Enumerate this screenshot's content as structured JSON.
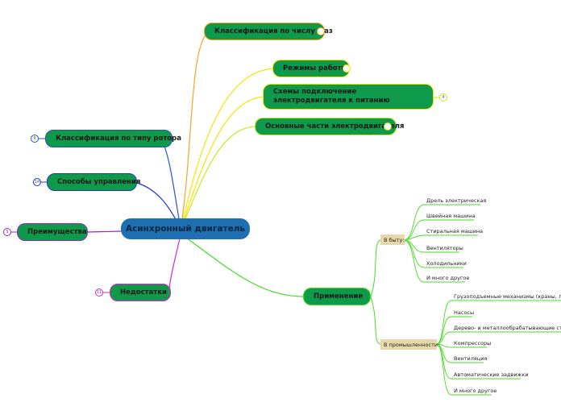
{
  "root": {
    "label": "Асинхронный двигатель"
  },
  "right_branches": [
    {
      "label": "Классификация по числу фаз"
    },
    {
      "label": "Режимы работы"
    },
    {
      "label": "Схемы подключение электродвигателя к питанию",
      "badge": "4"
    },
    {
      "label": "Основные части электродвигателя"
    }
  ],
  "left_branches": [
    {
      "label": "Классификация по типу ротора",
      "badge": "6"
    },
    {
      "label": "Способы управления",
      "badge": "14"
    },
    {
      "label": "Преимущества",
      "badge": "5"
    },
    {
      "label": "Недостатки",
      "badge": "11"
    }
  ],
  "application": {
    "label": "Применение",
    "home": {
      "label": "В быту:",
      "items": [
        "Дрель электрическая",
        "Швейная машина",
        "Стиральная машина",
        "Вентиляторы",
        "Холодильники",
        "И много другое"
      ]
    },
    "industry": {
      "label": "В промышленности:",
      "items": [
        "Грузоподъемные механизмы (краны, лебедки)",
        "Насосы",
        "Дерево- и металлообрабатывающие станки",
        "Компрессоры",
        "Вентиляция",
        "Автоматические задвижки",
        "И много другое"
      ]
    }
  },
  "colors": {
    "node_fill": "#0e9a4a",
    "root_fill": "#1f6fb3",
    "sub_fill": "#e6d8a8",
    "branch_orange": "#f5a623",
    "branch_yellow": "#f2e600",
    "branch_yellowgreen": "#c7e81c",
    "branch_green": "#44dd22",
    "branch_blue": "#2233cc",
    "branch_purple": "#9922cc",
    "branch_magenta": "#dd22cc"
  }
}
